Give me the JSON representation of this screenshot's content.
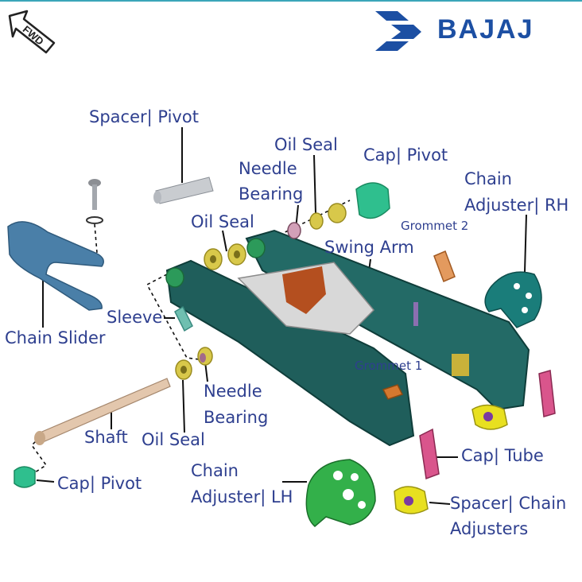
{
  "header": {
    "direction_badge": "FWD",
    "brand": "BAJAJ"
  },
  "labels": {
    "spacer_pivot": "Spacer| Pivot",
    "oil_seal_top": "Oil Seal",
    "needle_bearing_top_1": "Needle",
    "needle_bearing_top_2": "Bearing",
    "cap_pivot_top": "Cap| Pivot",
    "chain_adjuster_rh_1": "Chain",
    "chain_adjuster_rh_2": "Adjuster| RH",
    "grommet_2": "Grommet 2",
    "oil_seal_mid": "Oil Seal",
    "swing_arm": "Swing Arm",
    "sleeve": "Sleeve",
    "chain_slider": "Chain Slider",
    "grommet_1": "Grommet 1",
    "needle_bearing_low_1": "Needle",
    "needle_bearing_low_2": "Bearing",
    "shaft": "Shaft",
    "oil_seal_low": "Oil Seal",
    "cap_tube": "Cap| Tube",
    "cap_pivot_low": "Cap| Pivot",
    "chain_adjuster_lh_1": "Chain",
    "chain_adjuster_lh_2": "Adjuster| LH",
    "spacer_chain_adjusters_1": "Spacer| Chain",
    "spacer_chain_adjusters_2": "Adjusters"
  },
  "colors": {
    "label_text": "#2e3f8f",
    "brand_blue": "#1c4fa3",
    "swing_arm_teal": "#1f5e5b",
    "chain_slider_blue": "#4a7fa8",
    "oil_seal_yellow": "#d8c84a",
    "chain_adjuster_rh": "#1a7d7a",
    "chain_adjuster_lh": "#33b04a",
    "cap_pivot_green": "#2fbf8e",
    "grommet_orange": "#d4782f",
    "cap_tube_pink": "#d9558c",
    "spacer_chain_yellow": "#e8e020"
  }
}
